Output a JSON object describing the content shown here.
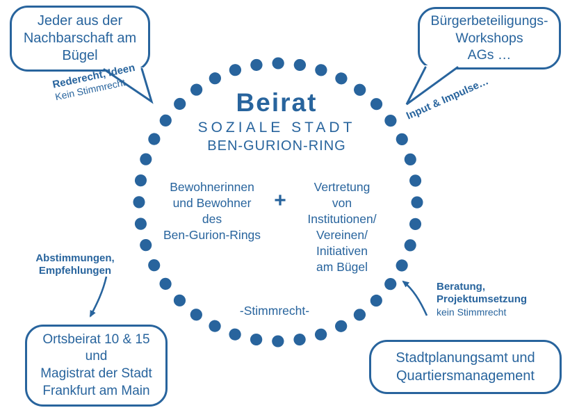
{
  "colors": {
    "accent_blue": "#28649d"
  },
  "center": {
    "title": "Beirat",
    "subtitle1": "SOZIALE STADT",
    "subtitle2": "BEN-GURION-RING",
    "left_group": "Bewohnerinnen\nund Bewohner\ndes\nBen-Gurion-Rings",
    "plus": "+",
    "right_group": "Vertretung\nvon\nInstitutionen/\nVereinen/\nInitiativen\nam Bügel",
    "voting_note": "-Stimmrecht-"
  },
  "bubbles": {
    "top_left": {
      "text": "Jeder aus der\nNachbarschaft am\nBügel"
    },
    "top_right": {
      "text": "Bürgerbeteiligungs-\nWorkshops\nAGs …"
    },
    "bottom_left": {
      "text": "Ortsbeirat 10 & 15\nund\nMagistrat der Stadt\nFrankfurt am Main"
    },
    "bottom_right": {
      "text": "Stadtplanungsamt und\nQuartiersmanagement"
    }
  },
  "labels": {
    "top_left_bold": "Rederecht, Ideen",
    "top_left_regular": "Kein Stimmrecht",
    "top_right_bold": "Input & Impulse…",
    "bottom_left_bold": "Abstimmungen,\nEmpfehlungen",
    "bottom_right_bold": "Beratung,\nProjektumsetzung",
    "bottom_right_regular": "kein Stimmrecht"
  }
}
